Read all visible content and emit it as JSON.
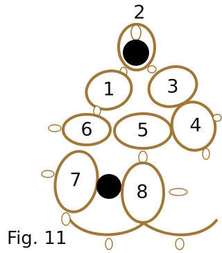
{
  "figure": {
    "caption": "Fig. 11",
    "rings": [
      {
        "id": "ring-1",
        "label": "1"
      },
      {
        "id": "ring-2",
        "label": "2"
      },
      {
        "id": "ring-3",
        "label": "3"
      },
      {
        "id": "ring-4",
        "label": "4"
      },
      {
        "id": "ring-5",
        "label": "5"
      },
      {
        "id": "ring-6",
        "label": "6"
      },
      {
        "id": "ring-7",
        "label": "7"
      },
      {
        "id": "ring-8",
        "label": "8"
      }
    ],
    "colors": {
      "thread": "#a07838",
      "bead": "#000000",
      "text": "#111111"
    }
  }
}
